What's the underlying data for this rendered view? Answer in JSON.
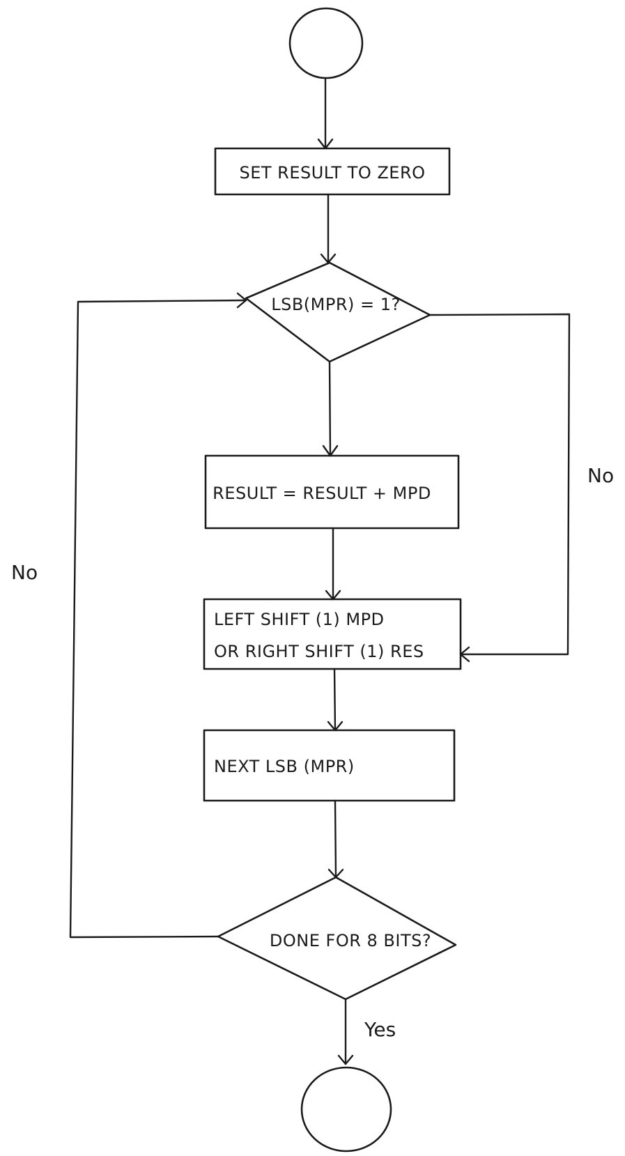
{
  "nodes": {
    "set_result": "SET RESULT TO ZERO",
    "check_lsb": "LSB(MPR) = 1?",
    "add_result": "RESULT = RESULT + MPD",
    "shift_line1": "LEFT SHIFT (1) MPD",
    "shift_line2": "OR RIGHT SHIFT (1) RES",
    "next_lsb": "NEXT LSB (MPR)",
    "done_check": "DONE FOR 8 BITS?"
  },
  "edge_labels": {
    "lsb_no": "No",
    "done_no": "No",
    "done_yes": "Yes"
  },
  "colors": {
    "ink": "#1a1a1a",
    "paper": "#ffffff"
  }
}
